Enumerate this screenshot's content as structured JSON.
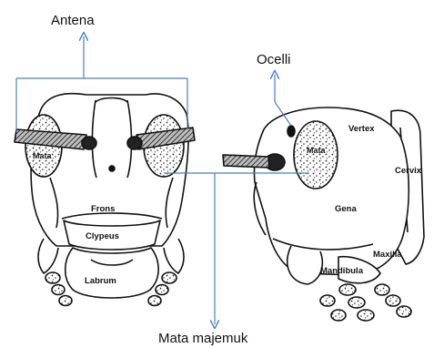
{
  "callouts": {
    "antena": "Antena",
    "ocelli": "Ocelli",
    "mata_majemuk": "Mata majemuk"
  },
  "front_view": {
    "frons": "Frons",
    "clypeus": "Clypeus",
    "labrum": "Labrum",
    "eye": "Mata"
  },
  "side_view": {
    "vertex": "Vertex",
    "eye": "Mata",
    "gena": "Gena",
    "cervix": "Cervix",
    "maxilla": "Maxilla",
    "mandibula": "Mandibula"
  },
  "colors": {
    "pointer": "#4a7fbf",
    "outline": "#111111"
  }
}
